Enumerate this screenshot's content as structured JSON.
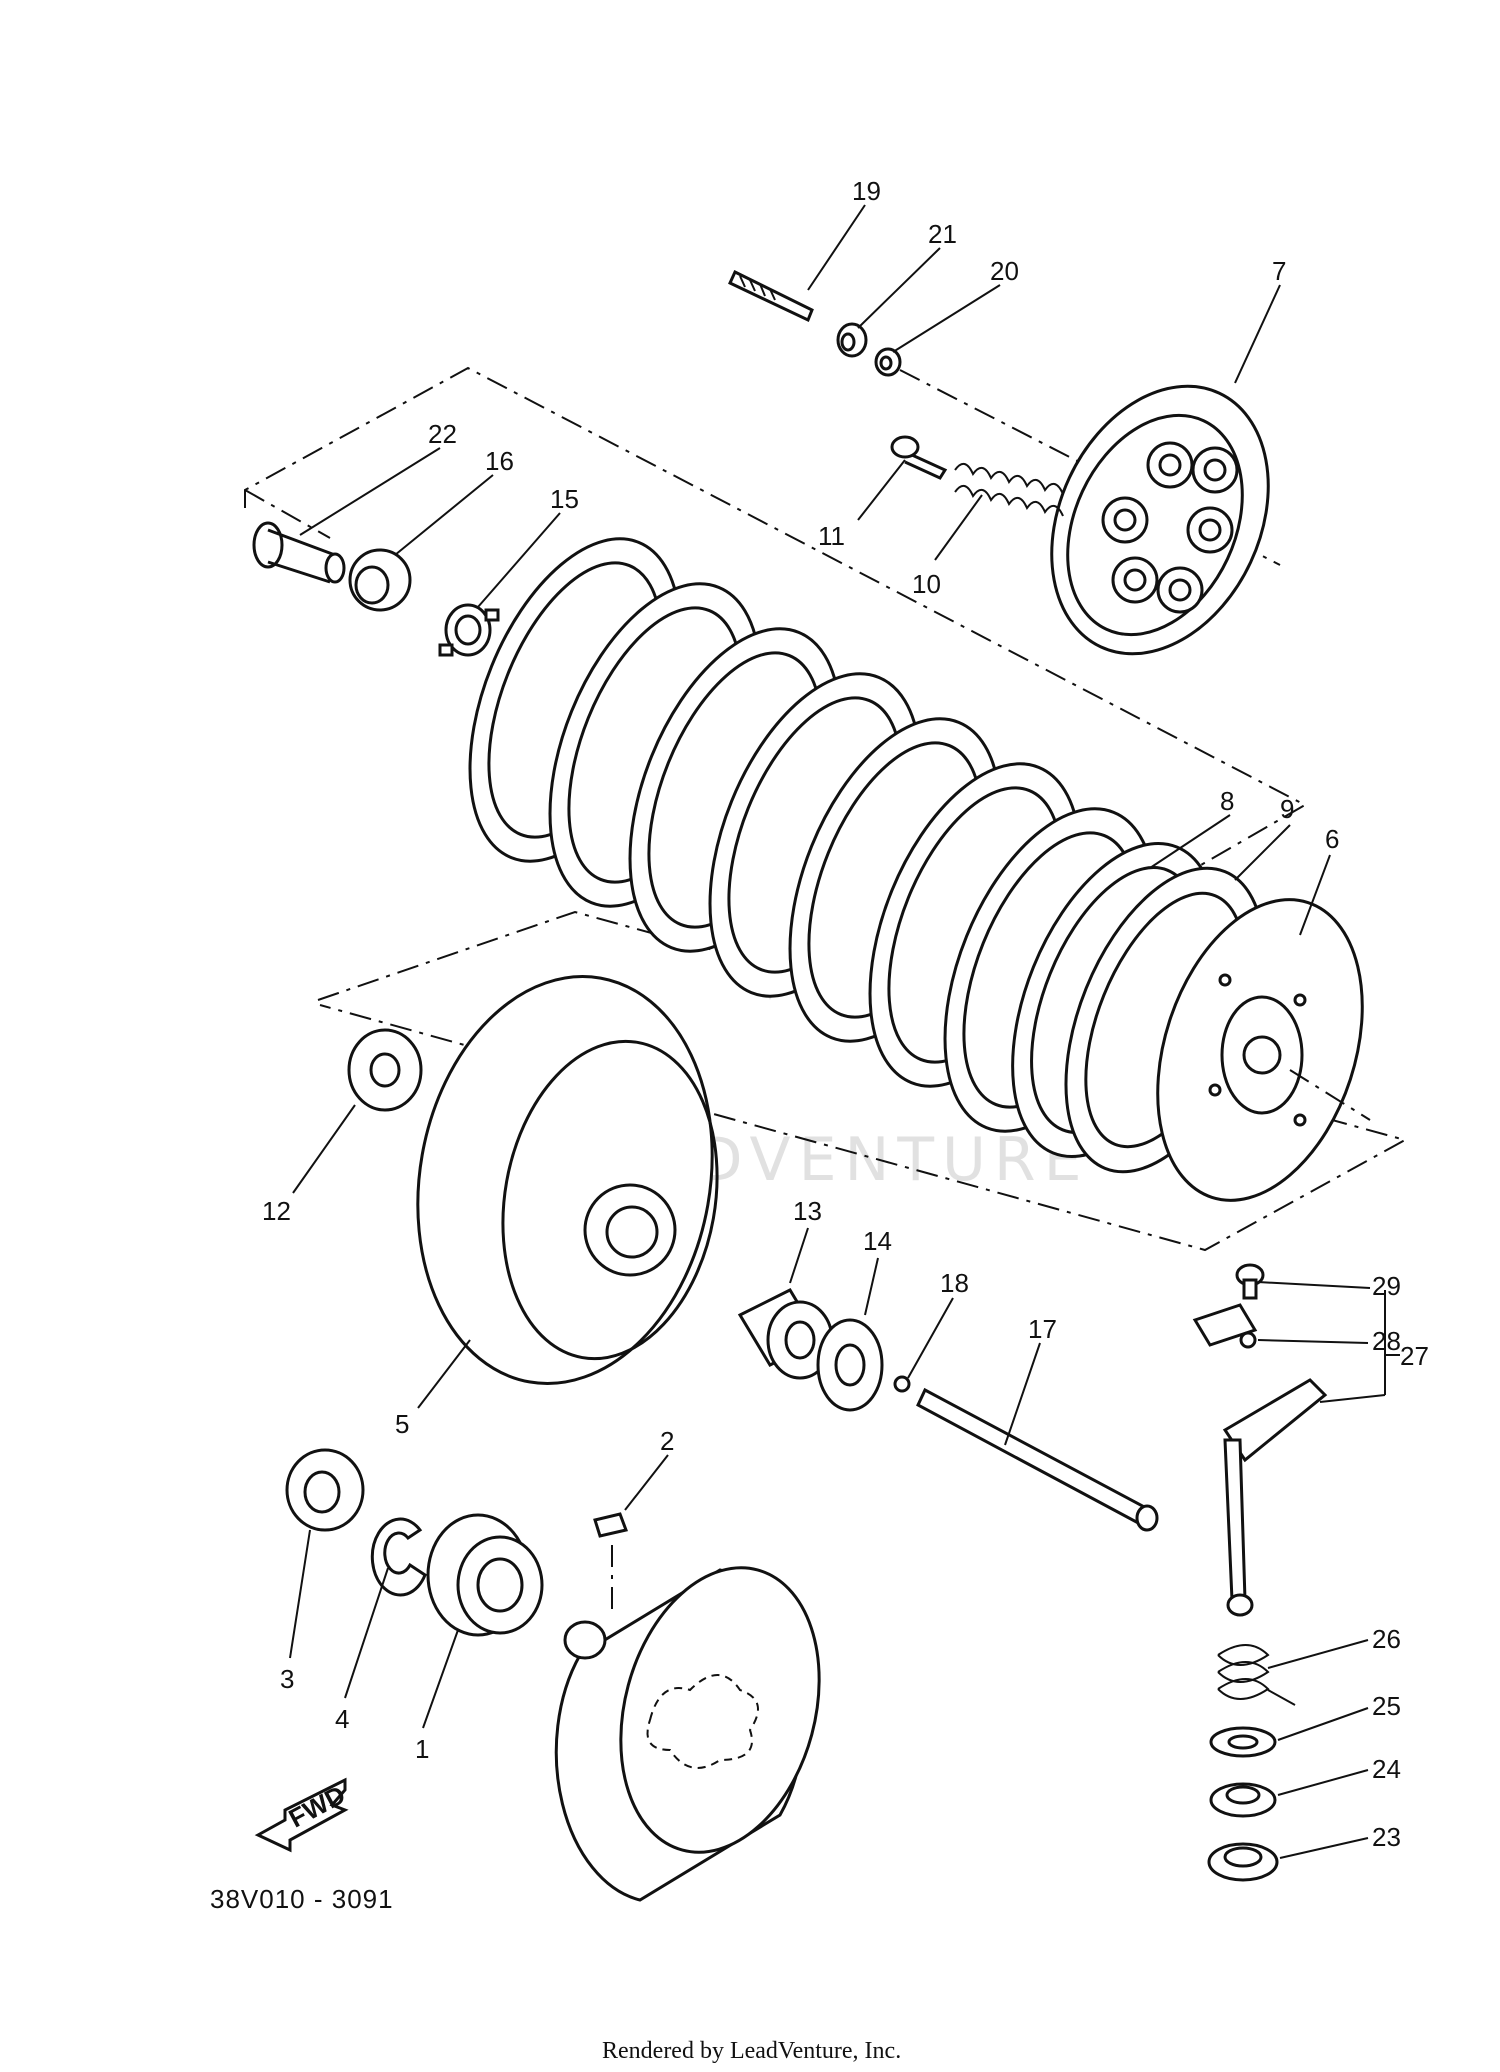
{
  "diagram_code": "38V010 - 3091",
  "footer_text": "Rendered by LeadVenture, Inc.",
  "watermark_text": "LEADVENTURE",
  "direction_label": "FWD",
  "callouts": {
    "c1": "1",
    "c2": "2",
    "c3": "3",
    "c4": "4",
    "c5": "5",
    "c6": "6",
    "c7": "7",
    "c8": "8",
    "c9": "9",
    "c10": "10",
    "c11": "11",
    "c12": "12",
    "c13": "13",
    "c14": "14",
    "c15": "15",
    "c16": "16",
    "c17": "17",
    "c18": "18",
    "c19": "19",
    "c20": "20",
    "c21": "21",
    "c22": "22",
    "c23": "23",
    "c24": "24",
    "c25": "25",
    "c26": "26",
    "c27": "27",
    "c28": "28",
    "c29": "29"
  }
}
